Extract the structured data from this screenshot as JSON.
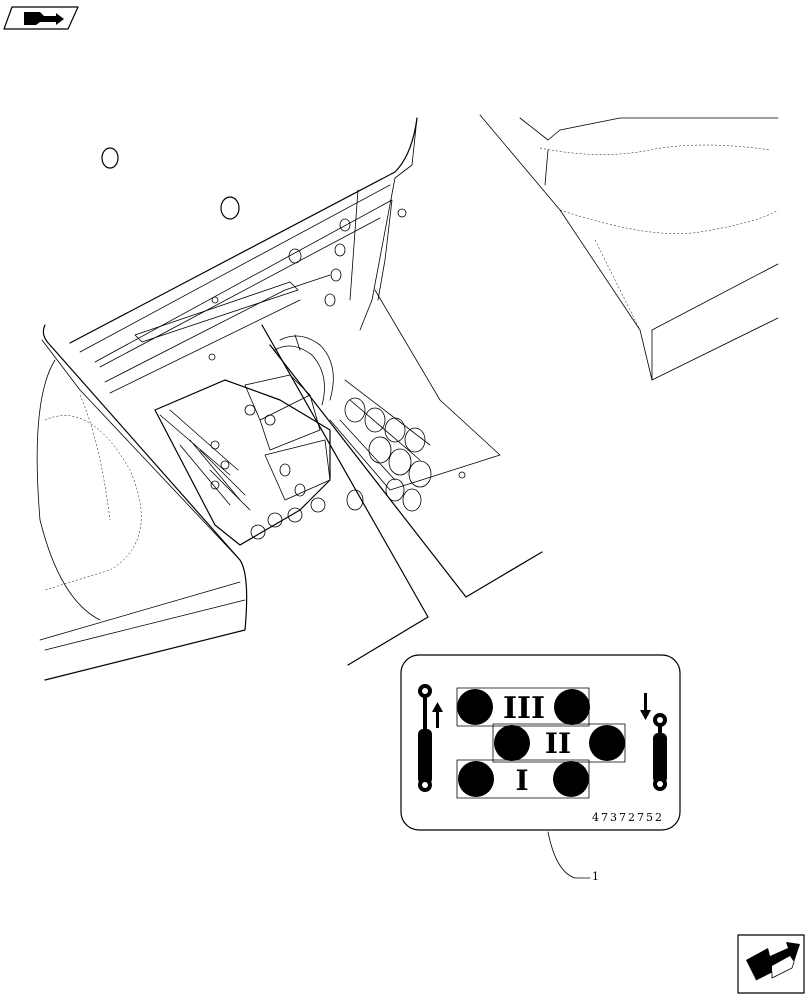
{
  "decal": {
    "part_number": "47372752",
    "sections": [
      {
        "numeral": "III"
      },
      {
        "numeral": "II"
      },
      {
        "numeral": "I"
      }
    ]
  },
  "callouts": [
    {
      "number": "1"
    }
  ],
  "icons": {
    "top_left": "book-arrow-icon",
    "bottom_right": "next-page-arrow-icon"
  }
}
